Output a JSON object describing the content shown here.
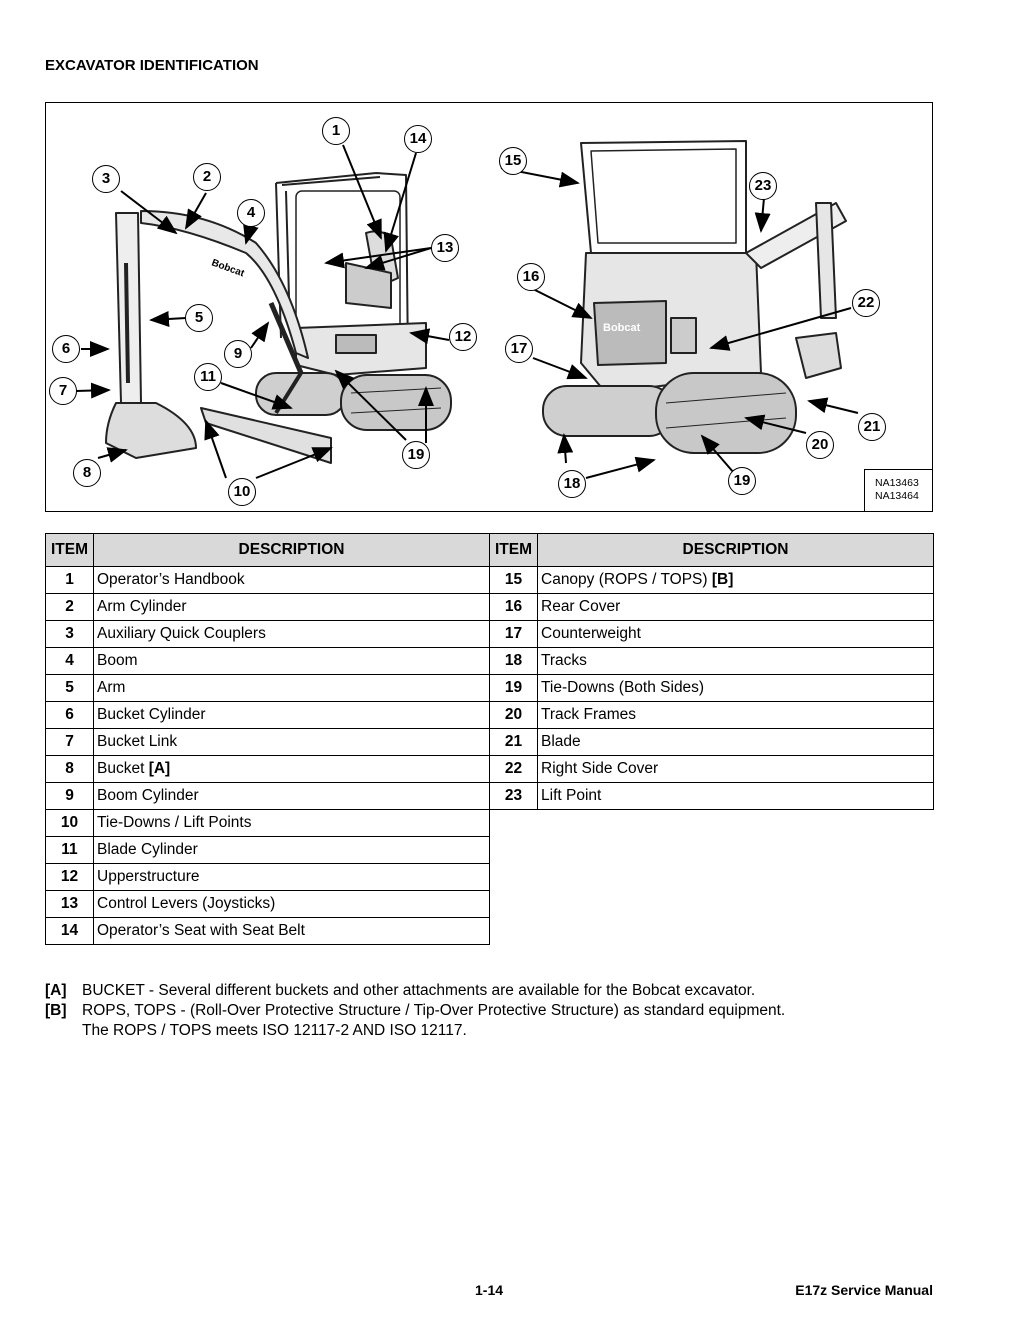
{
  "page_title": "EXCAVATOR IDENTIFICATION",
  "figure": {
    "codes": [
      "NA13463",
      "NA13464"
    ],
    "brand_mark": "Bobcat"
  },
  "callouts": [
    "1",
    "14",
    "15",
    "3",
    "2",
    "23",
    "4",
    "13",
    "16",
    "22",
    "5",
    "12",
    "6",
    "9",
    "17",
    "11",
    "7",
    "21",
    "20",
    "19",
    "8",
    "18",
    "19",
    "10"
  ],
  "table_headers": {
    "item": "ITEM",
    "description": "DESCRIPTION"
  },
  "items_left": [
    {
      "num": "1",
      "desc": "Operator’s Handbook",
      "tag": ""
    },
    {
      "num": "2",
      "desc": "Arm Cylinder",
      "tag": ""
    },
    {
      "num": "3",
      "desc": "Auxiliary Quick Couplers",
      "tag": ""
    },
    {
      "num": "4",
      "desc": "Boom",
      "tag": ""
    },
    {
      "num": "5",
      "desc": "Arm",
      "tag": ""
    },
    {
      "num": "6",
      "desc": "Bucket Cylinder",
      "tag": ""
    },
    {
      "num": "7",
      "desc": "Bucket Link",
      "tag": ""
    },
    {
      "num": "8",
      "desc": "Bucket",
      "tag": "[A]"
    },
    {
      "num": "9",
      "desc": "Boom Cylinder",
      "tag": ""
    },
    {
      "num": "10",
      "desc": "Tie-Downs / Lift Points",
      "tag": ""
    },
    {
      "num": "11",
      "desc": "Blade Cylinder",
      "tag": ""
    },
    {
      "num": "12",
      "desc": "Upperstructure",
      "tag": ""
    },
    {
      "num": "13",
      "desc": "Control Levers (Joysticks)",
      "tag": ""
    },
    {
      "num": "14",
      "desc": "Operator’s Seat with Seat Belt",
      "tag": ""
    }
  ],
  "items_right": [
    {
      "num": "15",
      "desc": "Canopy (ROPS / TOPS)",
      "tag": "[B]"
    },
    {
      "num": "16",
      "desc": "Rear Cover",
      "tag": ""
    },
    {
      "num": "17",
      "desc": "Counterweight",
      "tag": ""
    },
    {
      "num": "18",
      "desc": "Tracks",
      "tag": ""
    },
    {
      "num": "19",
      "desc": "Tie-Downs (Both Sides)",
      "tag": ""
    },
    {
      "num": "20",
      "desc": "Track Frames",
      "tag": ""
    },
    {
      "num": "21",
      "desc": "Blade",
      "tag": ""
    },
    {
      "num": "22",
      "desc": "Right Side Cover",
      "tag": ""
    },
    {
      "num": "23",
      "desc": "Lift Point",
      "tag": ""
    }
  ],
  "notes": [
    {
      "key": "[A]",
      "lines": [
        "BUCKET - Several different buckets and other attachments are available for the Bobcat excavator."
      ]
    },
    {
      "key": "[B]",
      "lines": [
        "ROPS, TOPS - (Roll-Over Protective Structure / Tip-Over Protective Structure) as standard equipment.",
        "The ROPS / TOPS meets ISO 12117-2 AND ISO 12117."
      ]
    }
  ],
  "footer": {
    "page": "1-14",
    "manual": "E17z Service Manual"
  }
}
